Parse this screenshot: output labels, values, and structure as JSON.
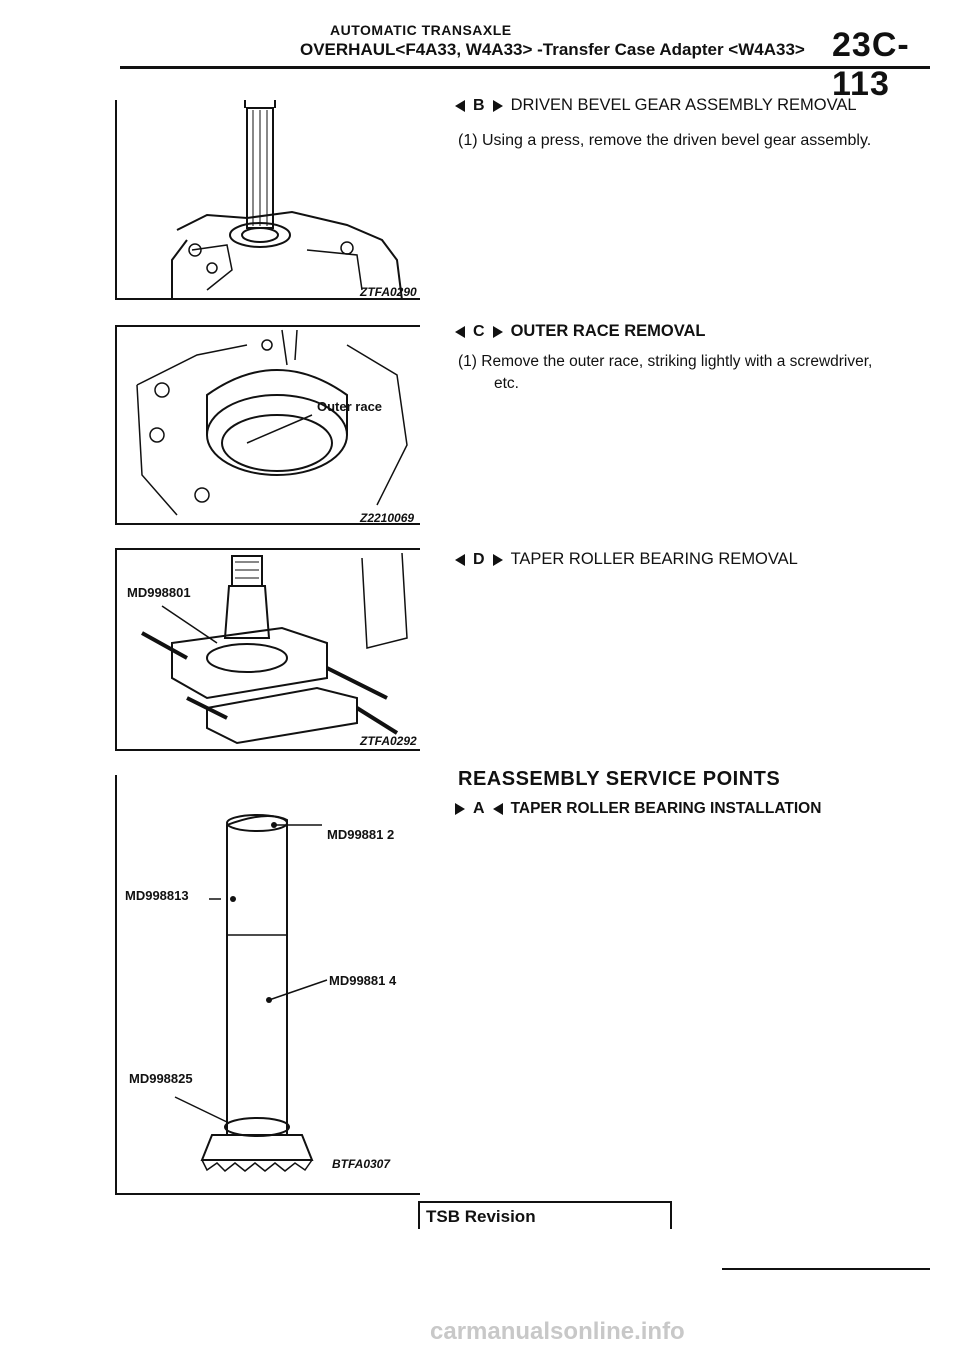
{
  "header": {
    "section": "AUTOMATIC TRANSAXLE",
    "subtitle": "OVERHAUL<F4A33, W4A33> -Transfer Case Adapter <W4A33>",
    "page_number": "23C-113"
  },
  "figures": [
    {
      "id": "ZTFA0290",
      "callouts": []
    },
    {
      "id": "Z2210069",
      "callouts": [
        "Outer race"
      ]
    },
    {
      "id": "ZTFA0292",
      "callouts": [
        "MD998801"
      ]
    },
    {
      "id": "BTFA0307",
      "callouts": [
        "MD99881 2",
        "MD998813",
        "MD99881 4",
        "MD998825"
      ]
    }
  ],
  "sections": [
    {
      "letter": "B",
      "title": "DRIVEN BEVEL GEAR ASSEMBLY REMOVAL",
      "steps": [
        "(1) Using a press, remove the driven bevel gear assembly."
      ]
    },
    {
      "letter": "C",
      "title": "OUTER RACE REMOVAL",
      "steps": [
        "(1) Remove the outer race, striking lightly with a screwdriver,",
        "etc."
      ]
    },
    {
      "letter": "D",
      "title": "TAPER ROLLER BEARING REMOVAL",
      "steps": []
    }
  ],
  "reassembly": {
    "heading": "REASSEMBLY SERVICE POINTS",
    "letter": "A",
    "title": "TAPER ROLLER BEARING INSTALLATION"
  },
  "footer": {
    "tsb": "TSB Revision",
    "watermark": "carmanualsonline.info"
  }
}
